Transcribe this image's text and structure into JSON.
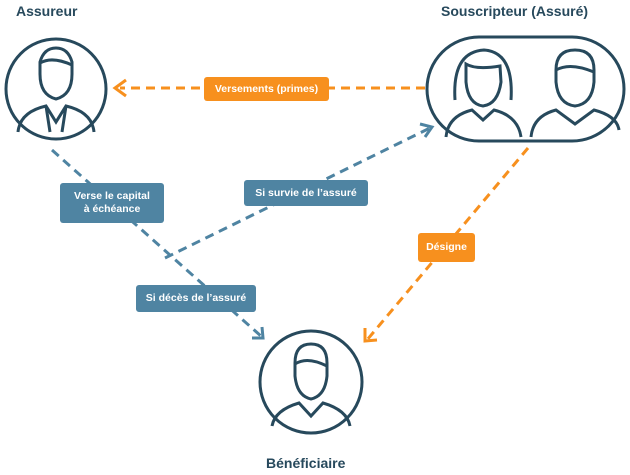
{
  "nodes": {
    "assureur": "Assureur",
    "souscripteur": "Souscripteur (Assuré)",
    "beneficiaire": "Bénéficiaire"
  },
  "edges": {
    "versements": "Versements (primes)",
    "capital_line1": "Verse le capital",
    "capital_line2": "à échéance",
    "survie": "Si survie de l’assuré",
    "deces": "Si décès de l’assuré",
    "designe": "Désigne"
  },
  "colors": {
    "navy": "#27495c",
    "blue": "#4f84a2",
    "orange": "#f7901e"
  }
}
